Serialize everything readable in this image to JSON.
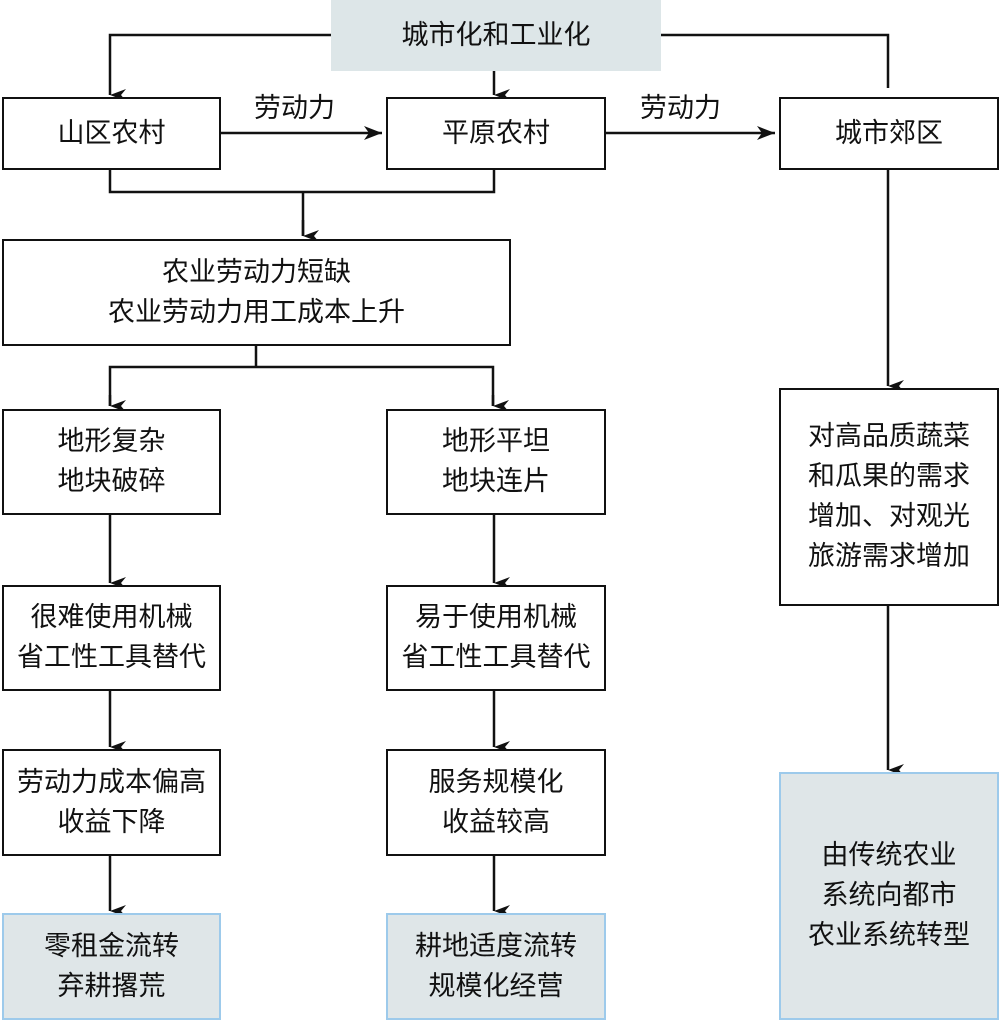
{
  "diagram": {
    "type": "flowchart",
    "accent_fill": "#dde6e8",
    "accent_border": "#9dcaeb",
    "nodes": {
      "urbanization": {
        "lines": [
          "城市化和工业化"
        ]
      },
      "mountain_village": {
        "lines": [
          "山区农村"
        ]
      },
      "plain_village": {
        "lines": [
          "平原农村"
        ]
      },
      "suburb": {
        "lines": [
          "城市郊区"
        ]
      },
      "labor_shortage": {
        "lines": [
          "农业劳动力短缺",
          "农业劳动力用工成本上升"
        ]
      },
      "complex_terrain": {
        "lines": [
          "地形复杂",
          "地块破碎"
        ]
      },
      "flat_terrain": {
        "lines": [
          "地形平坦",
          "地块连片"
        ]
      },
      "hard_mechanize": {
        "lines": [
          "很难使用机械",
          "省工性工具替代"
        ]
      },
      "easy_mechanize": {
        "lines": [
          "易于使用机械",
          "省工性工具替代"
        ]
      },
      "high_cost": {
        "lines": [
          "劳动力成本偏高",
          "收益下降"
        ]
      },
      "service_scale": {
        "lines": [
          "服务规模化",
          "收益较高"
        ]
      },
      "abandon": {
        "lines": [
          "零租金流转",
          "弃耕撂荒"
        ]
      },
      "moderate_transfer": {
        "lines": [
          "耕地适度流转",
          "规模化经营"
        ]
      },
      "demand": {
        "lines": [
          "对高品质蔬菜",
          "和瓜果的需求",
          "增加、对观光",
          "旅游需求增加"
        ]
      },
      "transition": {
        "lines": [
          "由传统农业",
          "系统向都市",
          "农业系统转型"
        ]
      }
    },
    "edge_labels": {
      "labor_1": "劳动力",
      "labor_2": "劳动力"
    },
    "edges": [
      {
        "from": "urbanization",
        "to": "mountain_village"
      },
      {
        "from": "urbanization",
        "to": "plain_village"
      },
      {
        "from": "urbanization",
        "to": "suburb"
      },
      {
        "from": "mountain_village",
        "to": "plain_village",
        "label": "劳动力"
      },
      {
        "from": "plain_village",
        "to": "suburb",
        "label": "劳动力"
      },
      {
        "from": "mountain_village",
        "to": "labor_shortage"
      },
      {
        "from": "plain_village",
        "to": "labor_shortage"
      },
      {
        "from": "labor_shortage",
        "to": "complex_terrain"
      },
      {
        "from": "labor_shortage",
        "to": "flat_terrain"
      },
      {
        "from": "complex_terrain",
        "to": "hard_mechanize"
      },
      {
        "from": "flat_terrain",
        "to": "easy_mechanize"
      },
      {
        "from": "hard_mechanize",
        "to": "high_cost"
      },
      {
        "from": "easy_mechanize",
        "to": "service_scale"
      },
      {
        "from": "high_cost",
        "to": "abandon"
      },
      {
        "from": "service_scale",
        "to": "moderate_transfer"
      },
      {
        "from": "suburb",
        "to": "demand"
      },
      {
        "from": "demand",
        "to": "transition"
      }
    ]
  }
}
